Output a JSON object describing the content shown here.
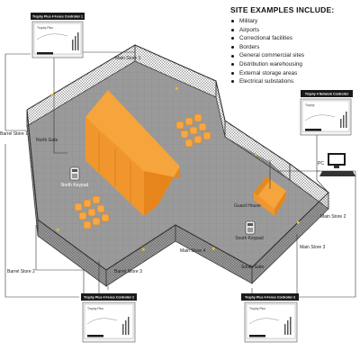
{
  "site_examples": {
    "heading": "SITE EXAMPLES INCLUDE:",
    "items": [
      "Military",
      "Airports",
      "Correctional facilities",
      "Borders",
      "General commercial sites",
      "Distribution warehousing",
      "External storage areas",
      "Electrical substations"
    ]
  },
  "controllers": {
    "top_left": {
      "title": "Trophy Plus 4 Fence Controller 1",
      "brand": "Trophy Plus"
    },
    "right": {
      "title": "Trophy 4 Network Controller",
      "brand": "Trophy"
    },
    "bottom_left": {
      "title": "Trophy Plus 4 Fence Controller 2",
      "brand": "Trophy Plus"
    },
    "bottom_right": {
      "title": "Trophy Plus 4 Fence Controller 3",
      "brand": "Trophy Plus"
    }
  },
  "labels": {
    "main_store_1": "Main Store 1",
    "barrel_store_1": "Barrel Store 1",
    "north_gate": "North Gate",
    "north_keypad": "North\nKeypad",
    "guard_house": "Guard House",
    "south_keypad": "South\nKeypad",
    "main_store_4": "Main Store 4",
    "main_store_2": "Main Store 2",
    "main_store_3": "Main Store 3",
    "south_gate": "South Gate",
    "barrel_store_2": "Barrel Store 2",
    "barrel_store_3": "Barrel Store 3",
    "pc": "PC"
  },
  "colors": {
    "ground": "#9a9a9a",
    "ground_dark": "#7d7d7d",
    "fence": "#4a4a4a",
    "building": "#f5a53c",
    "building_dark": "#e08a22",
    "barrel": "#f7a744",
    "accent_bar": "#1a1a1a"
  }
}
